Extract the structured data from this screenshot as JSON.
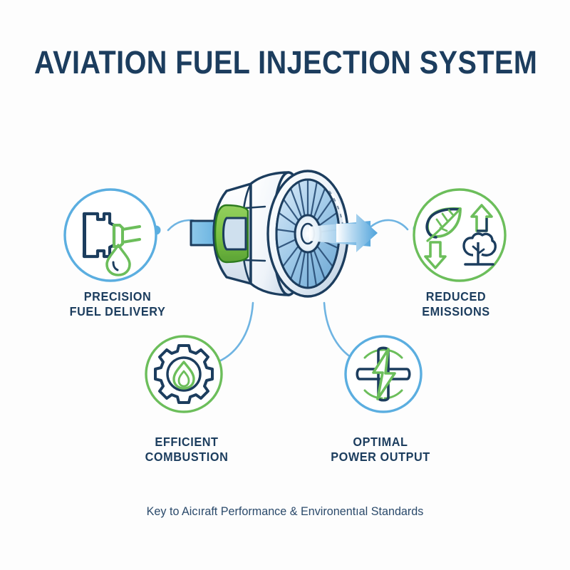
{
  "meta": {
    "background_color": "#fdfdfd",
    "navy": "#1c3d5e",
    "blue": "#5BAEE0",
    "green": "#6CBE5B",
    "arrow_blue": "#4FA3DB"
  },
  "header": {
    "title": "AVIATION FUEL INJECTION SYSTEM"
  },
  "footer": {
    "caption": "Key to Aicıraft Performance & Environentıal Standards"
  },
  "center": {
    "name": "jet-engine-diagram",
    "inlet_arrow": "fuel-inlet-arrow",
    "outlet_arrow": "thrust-outlet-arrow",
    "injector_color": "#7AC143",
    "fan_blade_count": 20
  },
  "nodes": [
    {
      "id": "precision-fuel-delivery",
      "icon": "fuel-injector-nozzle-icon",
      "ring_color": "#5BAEE0",
      "label_line1": "PRECISION",
      "label_line2": "FUEL DELIVERY"
    },
    {
      "id": "reduced-emissions",
      "icon": "leaf-arrows-tree-icon",
      "ring_color": "#6CBE5B",
      "label_line1": "REDUCED",
      "label_line2": "EMISSIONS"
    },
    {
      "id": "efficient-combustion",
      "icon": "gear-flame-icon",
      "ring_color": "#6CBE5B",
      "label_line1": "EFFICIENT",
      "label_line2": "COMBUSTION"
    },
    {
      "id": "optimal-power-output",
      "icon": "propeller-lightning-icon",
      "ring_color": "#5BAEE0",
      "label_line1": "OPTIMAL",
      "label_line2": "POWER OUTPUT"
    }
  ]
}
